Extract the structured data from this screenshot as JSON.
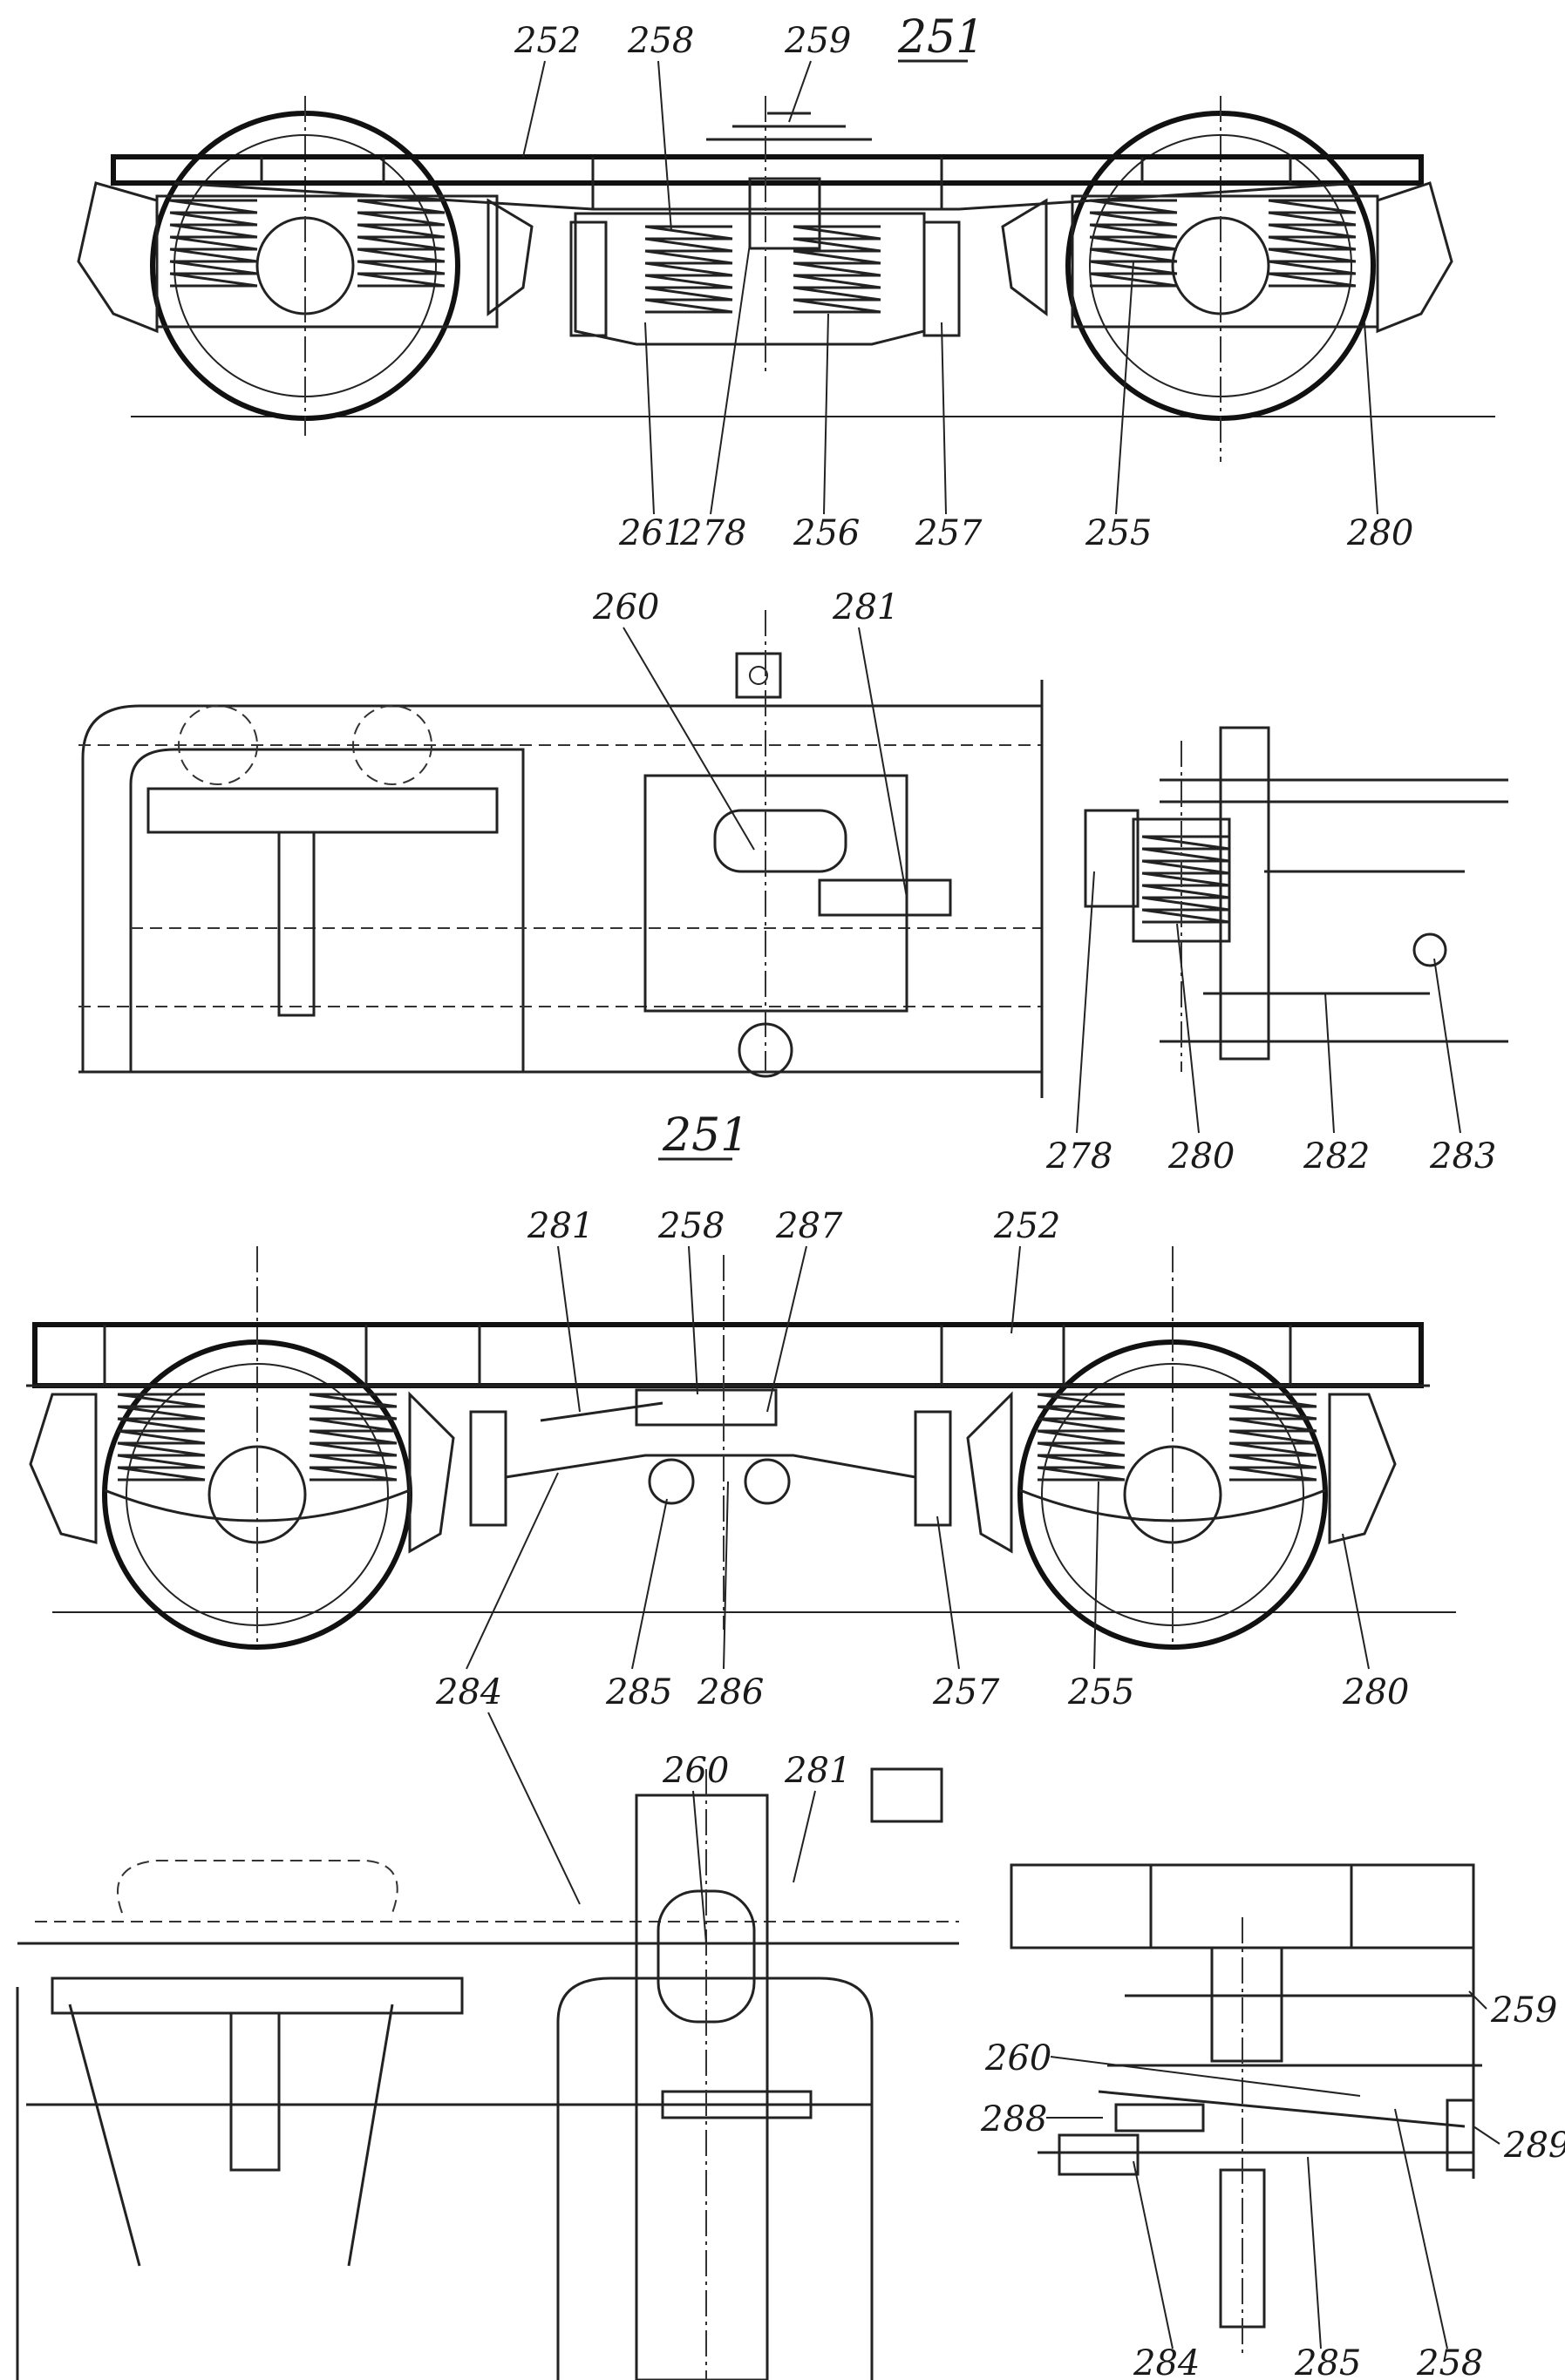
{
  "figure": {
    "number": "251"
  },
  "views": {
    "side_view_top": {
      "callouts": [
        "252",
        "258",
        "259",
        "261",
        "278",
        "256",
        "257",
        "255",
        "280"
      ]
    },
    "plan_view_upper": {
      "callouts": [
        "260",
        "281"
      ]
    },
    "section_view_upper": {
      "callouts": [
        "278",
        "280",
        "282",
        "283"
      ]
    },
    "side_view_middle": {
      "callouts": [
        "281",
        "258",
        "287",
        "252",
        "284",
        "285",
        "286",
        "257",
        "255",
        "280"
      ]
    },
    "plan_view_lower": {
      "callouts": [
        "284",
        "260",
        "281"
      ]
    },
    "section_view_lower": {
      "callouts": [
        "259",
        "260",
        "288",
        "289",
        "284",
        "285",
        "258"
      ]
    }
  }
}
